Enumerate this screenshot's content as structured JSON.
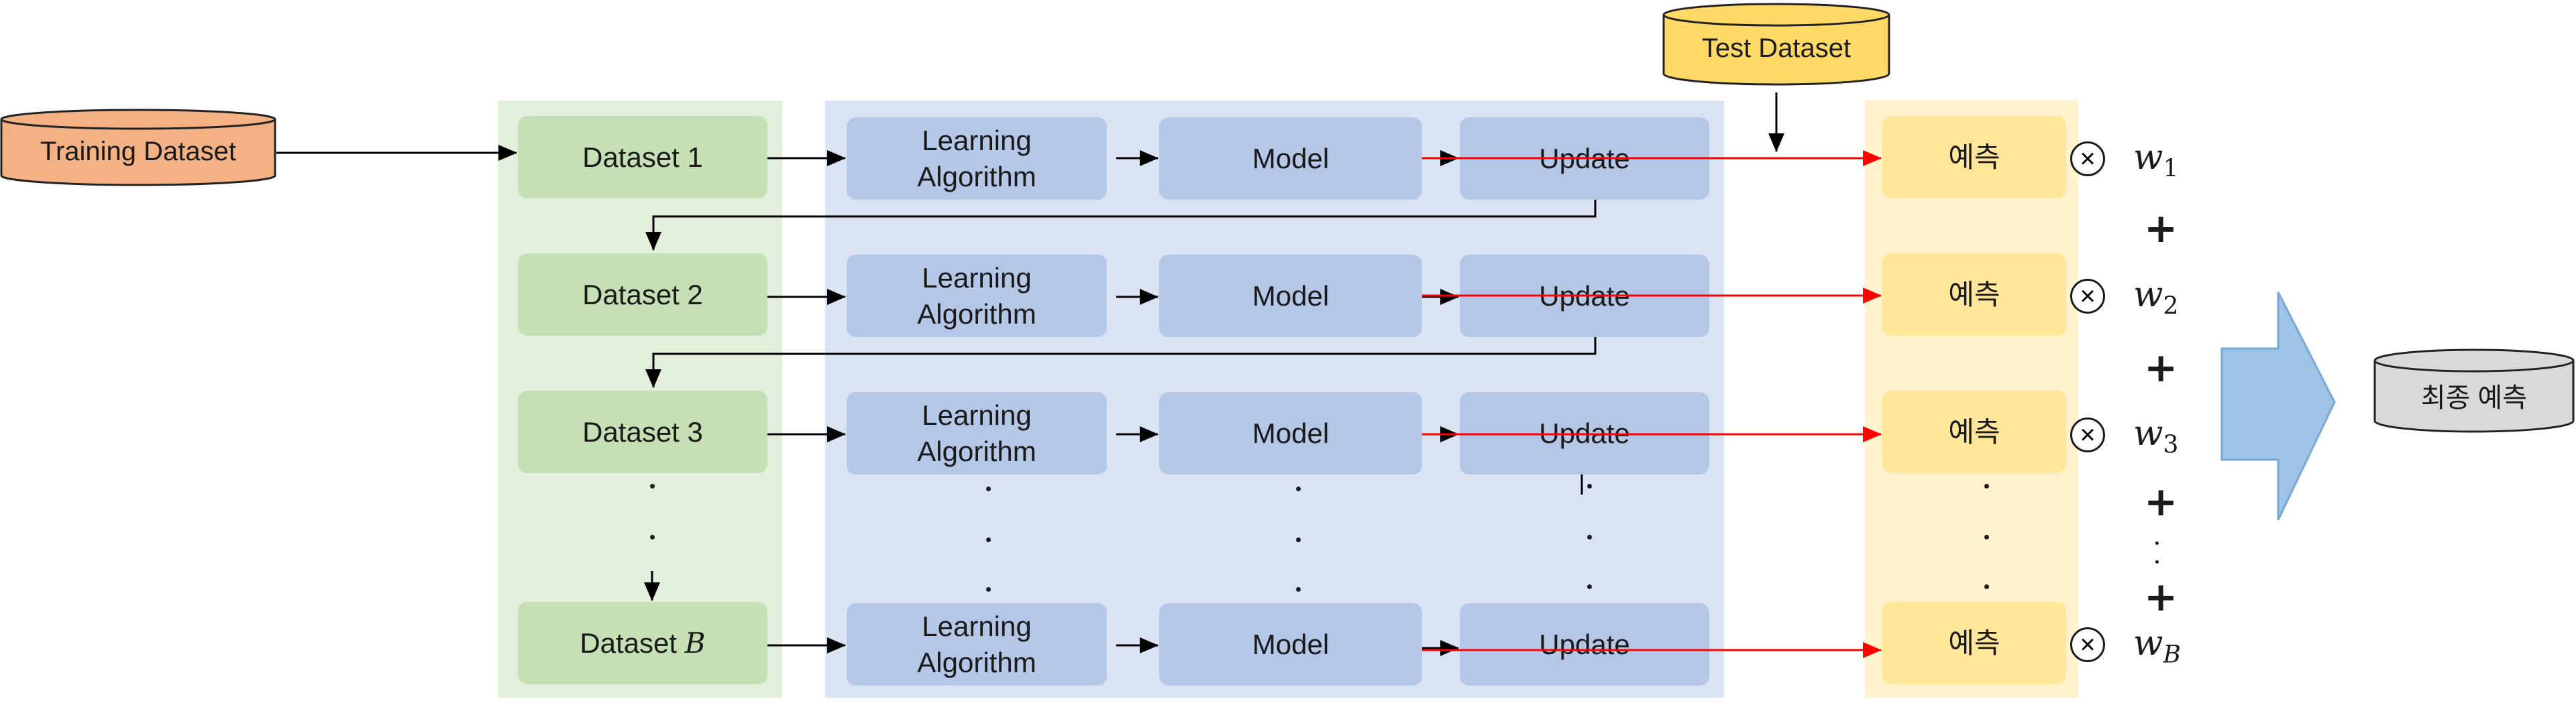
{
  "training_dataset": "Training Dataset",
  "test_dataset": "Test Dataset",
  "final_prediction": "최종 예측",
  "datasets": [
    "Dataset 1",
    "Dataset 2",
    "Dataset 3",
    "Dataset"
  ],
  "dataset_last_var": "B",
  "learning_algorithm": [
    "Learning",
    "Algorithm"
  ],
  "model": "Model",
  "update": "Update",
  "prediction": "예측",
  "weights": [
    {
      "symbol": "w",
      "sub": "1"
    },
    {
      "symbol": "w",
      "sub": "2"
    },
    {
      "symbol": "w",
      "sub": "3"
    },
    {
      "symbol": "w",
      "sub": "B"
    }
  ],
  "plus": "+",
  "times": "×",
  "colors": {
    "green_panel": "#e2efda",
    "green_box": "#c5e0b4",
    "blue_panel": "#dae3f3",
    "blue_box": "#b4c7e7",
    "yellow_panel": "#fff2cc",
    "yellow_box": "#ffe699",
    "training_cyl": "#f4b183",
    "test_cyl": "#ffd966",
    "final_cyl": "#d9d9d9",
    "big_arrow": "#9dc3e6",
    "red_line": "#ff0000"
  }
}
